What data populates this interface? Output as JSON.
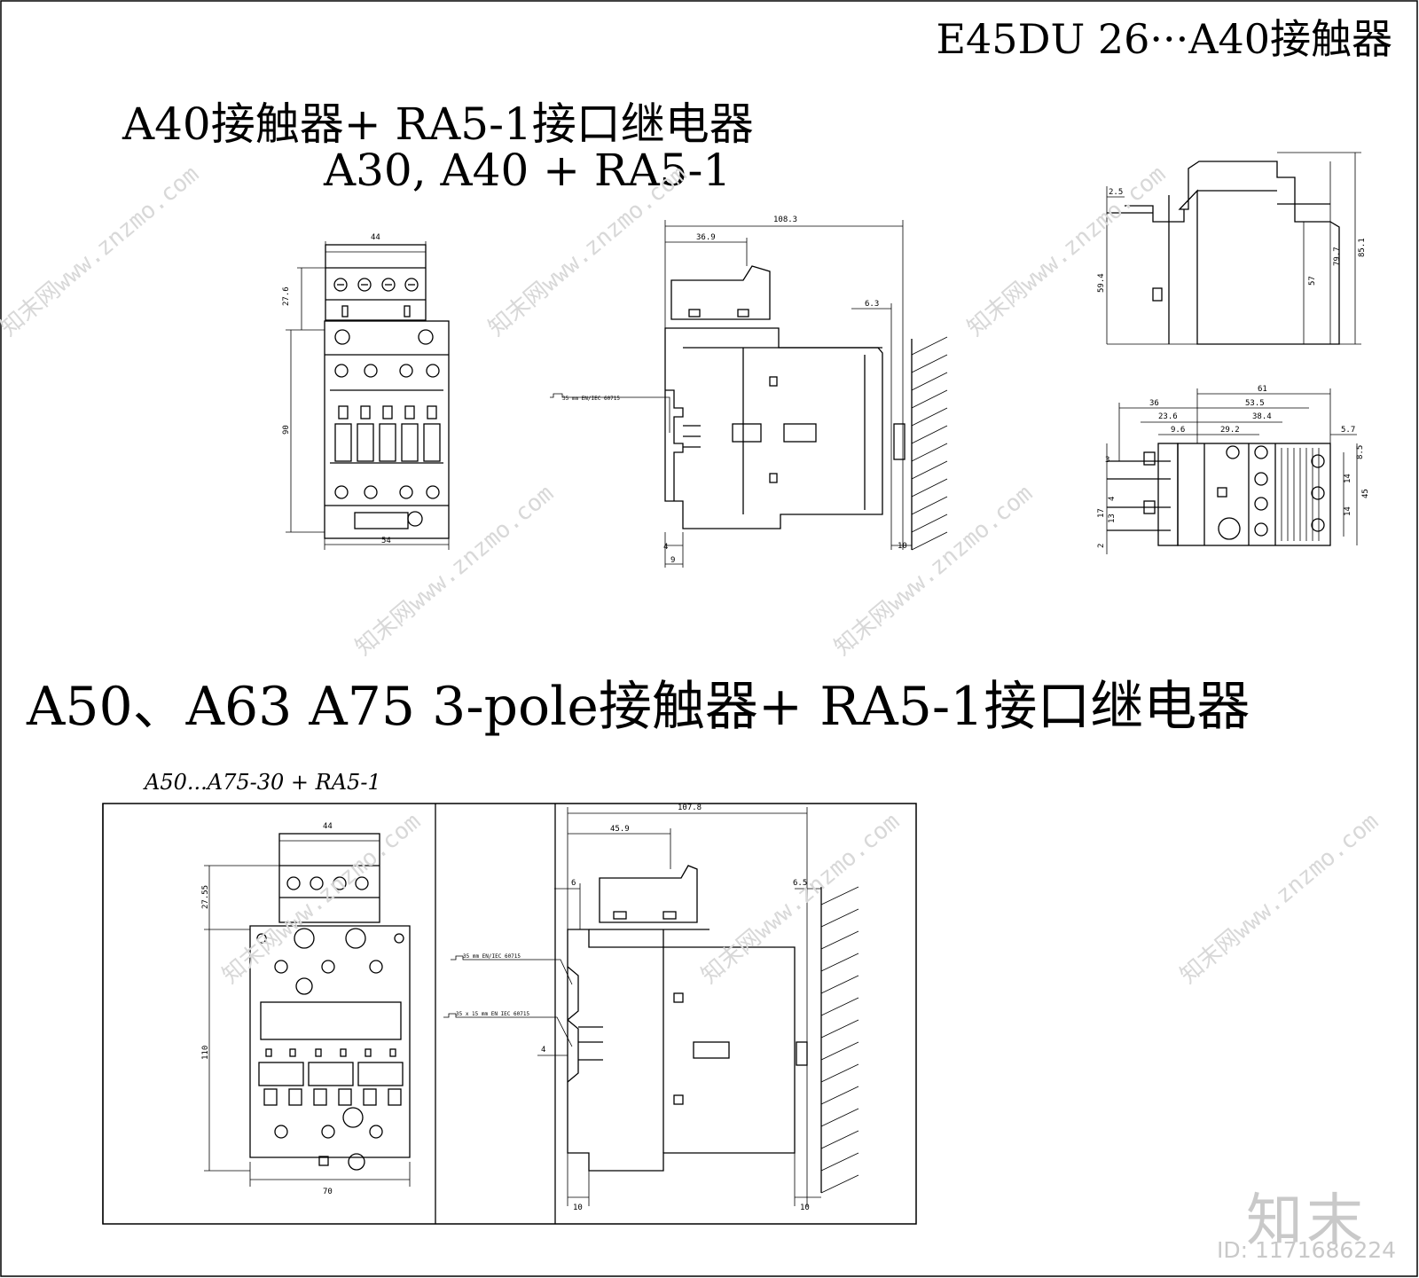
{
  "titles": {
    "top_right": "E45DU 26···A40接触器",
    "section1_line1": "A40接触器+ RA5-1接口继电器",
    "section1_line2": "A30, A40 + RA5-1",
    "section2": "A50、A63 A75 3-pole接触器+ RA5-1接口继电器",
    "section2_caption": "A50...A75-30 + RA5-1"
  },
  "dims_top": {
    "front_width": "44",
    "front_top_height": "27.6",
    "front_height": "90",
    "front_bottom_width": "54",
    "side_overall": "108.3",
    "side_depth": "36.9",
    "side_rail_offset": "6.3",
    "side_bottom_left": "4",
    "side_bottom_base": "9",
    "side_bottom_right": "10",
    "rail_label": "35 mm EN/IEC 60715"
  },
  "dims_detail_upper": {
    "d1": "2.5",
    "d2": "59.4",
    "d3": "57",
    "d4": "79.7",
    "d5": "85.1"
  },
  "dims_detail_lower": {
    "w61": "61",
    "w36": "36",
    "w53_5": "53.5",
    "w23_6": "23.6",
    "w38_4": "38.4",
    "w9_6": "9.6",
    "w29_2": "29.2",
    "w5_7": "5.7",
    "h8_5": "8.5",
    "h14a": "14",
    "h45": "45",
    "h14b": "14",
    "h17": "17",
    "h3": "3",
    "h4": "4",
    "h2": "2",
    "h13": "13"
  },
  "dims_bottom": {
    "front_width": "44",
    "front_top_height": "27.55",
    "front_height": "110",
    "front_bottom_width": "70",
    "side_overall": "107.8",
    "side_depth": "45.9",
    "left_offset": "6",
    "right_offset": "6.5",
    "rail1_label": "35 mm EN/IEC 60715",
    "rail2_label": "35 x 15 mm EN IEC 60715",
    "left_small": "4",
    "bottom_left": "10",
    "bottom_right": "10"
  },
  "watermark": {
    "brand": "知末",
    "id_text": "ID: 1171686224",
    "diagonal": "知末网www.znzmo.com"
  }
}
